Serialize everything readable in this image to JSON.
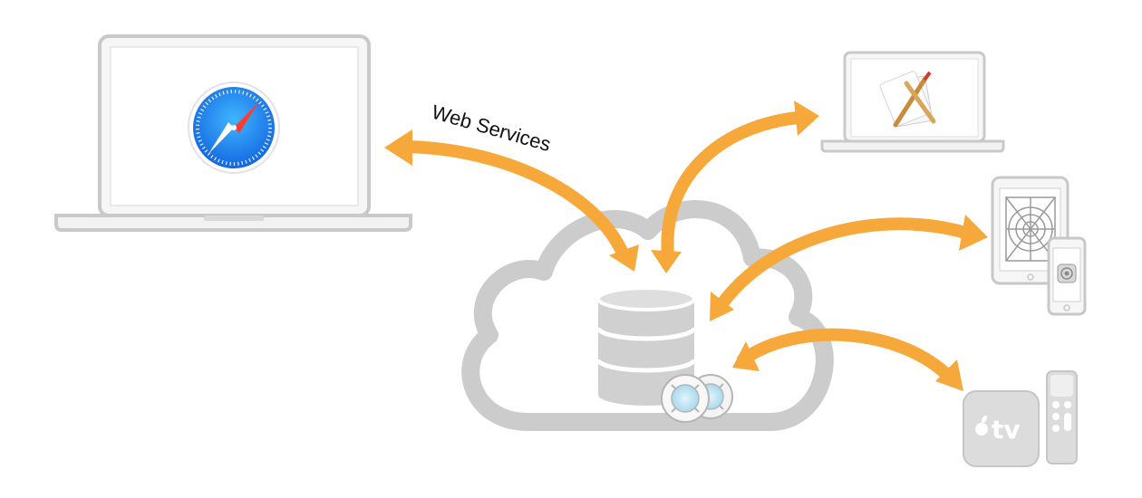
{
  "diagram": {
    "connection_label": "Web Services",
    "tv_label": "tv",
    "colors": {
      "arrow": "#f7a83b",
      "device_frame": "#c8c8c8",
      "device_fill": "#f4f4f4",
      "cloud": "#cccccc",
      "database": "#cfcfcf",
      "safari_blue": "#1a7fe6"
    },
    "icons": [
      "laptop-safari",
      "laptop-xcode",
      "ipad",
      "iphone",
      "apple-tv",
      "siri-remote",
      "cloud",
      "database",
      "lifebuoy"
    ]
  }
}
